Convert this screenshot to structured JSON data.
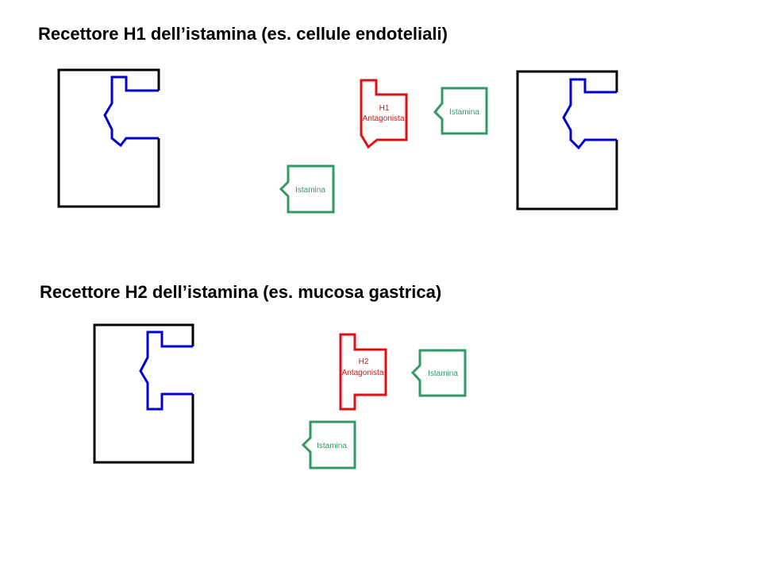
{
  "titles": {
    "h1": "Recettore H1 dell’istamina (es. cellule endoteliali)",
    "h2": "Recettore H2 dell’istamina (es. mucosa gastrica)"
  },
  "molecules": {
    "histamine": "Istamina",
    "h1_antagonist": [
      "H1",
      "Antagonista"
    ],
    "h2_antagonist": [
      "H2",
      "Antagonista"
    ]
  },
  "colors": {
    "receptor": "#000000",
    "binding_site": "#0000cc",
    "antagonist": "#dd1111",
    "histamine": "#339966"
  }
}
